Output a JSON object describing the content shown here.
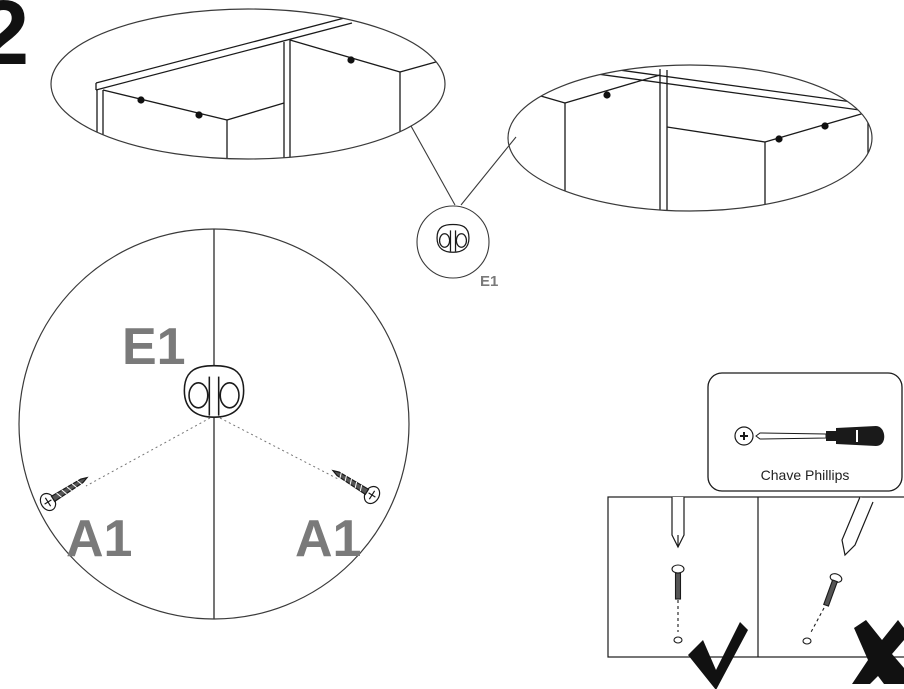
{
  "step": {
    "number": "2"
  },
  "parts": {
    "bracket_small_label": "E1",
    "bracket_large_label": "E1",
    "screw_left_label": "A1",
    "screw_right_label": "A1"
  },
  "tool": {
    "name": "Chave Phillips"
  },
  "colors": {
    "line": "#1a1a1a",
    "label_gray": "#7a7a7a",
    "circle_stroke": "#3a3a3a"
  },
  "icons": [
    "bracket-e1-icon",
    "screw-a1-icon",
    "phillips-screwdriver-icon",
    "check-mark-icon",
    "cross-mark-icon"
  ]
}
